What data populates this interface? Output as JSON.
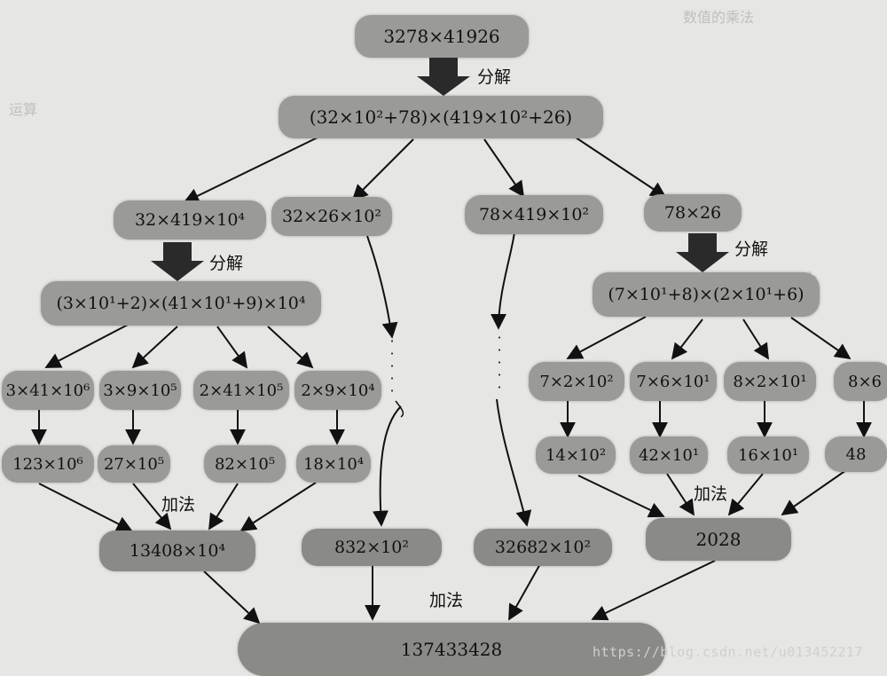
{
  "nodes": {
    "root": "3278×41926",
    "level1": "(32×10²+78)×(419×10²+26)",
    "p1": "32×419×10⁴",
    "p2": "32×26×10²",
    "p3": "78×419×10²",
    "p4": "78×26",
    "left_decomp": "(3×10¹+2)×(41×10¹+9)×10⁴",
    "right_decomp": "(7×10¹+8)×(2×10¹+6)",
    "l1": "3×41×10⁶",
    "l2": "3×9×10⁵",
    "l3": "2×41×10⁵",
    "l4": "2×9×10⁴",
    "lr1": "123×10⁶",
    "lr2": "27×10⁵",
    "lr3": "82×10⁵",
    "lr4": "18×10⁴",
    "r1": "7×2×10²",
    "r2": "7×6×10¹",
    "r3": "8×2×10¹",
    "r4": "8×6",
    "rr1": "14×10²",
    "rr2": "42×10¹",
    "rr3": "16×10¹",
    "rr4": "48",
    "sum_left": "13408×10⁴",
    "sum_p2": "832×10²",
    "sum_p3": "32682×10²",
    "sum_right": "2028",
    "final": "137433428"
  },
  "labels": {
    "decompose": "分解",
    "addition": "加法"
  },
  "watermark": "https://blog.csdn.net/u013452217"
}
